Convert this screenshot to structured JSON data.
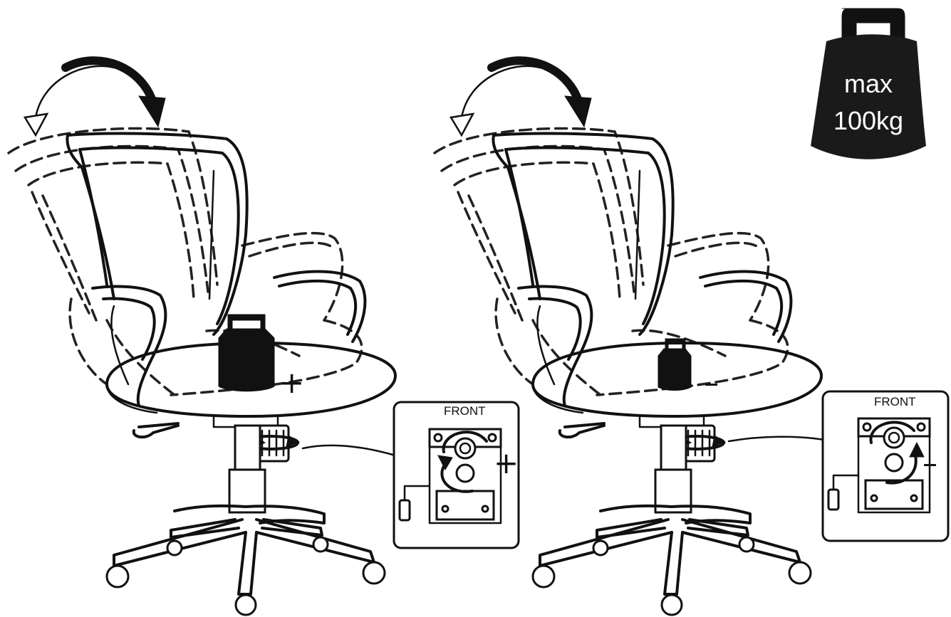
{
  "weight_limit": {
    "line1": "max",
    "line2": "100kg",
    "badge_color": "#1a1a1a",
    "text_color": "#ffffff",
    "icon": "weight-icon"
  },
  "panels": [
    {
      "id": "increase",
      "seat_sign": "+",
      "detail_label": "FRONT",
      "detail_sign": "+"
    },
    {
      "id": "decrease",
      "seat_sign": "–",
      "detail_label": "FRONT",
      "detail_sign": "–"
    }
  ]
}
